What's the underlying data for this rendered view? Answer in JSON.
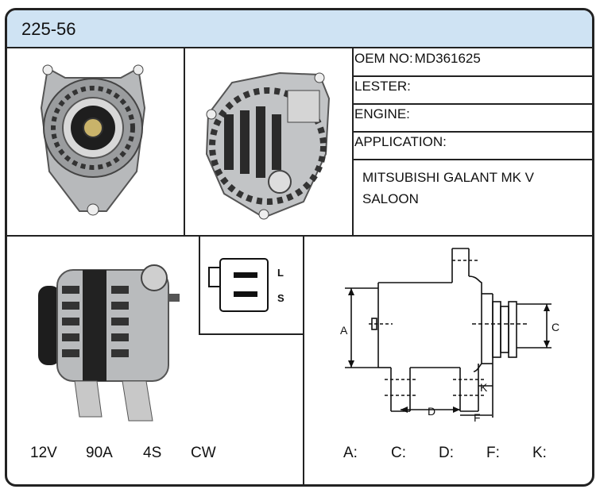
{
  "header": {
    "part_number": "225-56"
  },
  "info": {
    "oem": {
      "label": "OEM NO:",
      "value": "MD361625"
    },
    "lester": {
      "label": "LESTER:",
      "value": ""
    },
    "engine": {
      "label": "ENGINE:",
      "value": ""
    },
    "application": {
      "label": "APPLICATION:",
      "value": ""
    },
    "application_text": {
      "line1": "MITSUBISHI GALANT MK V",
      "line2": "SALOON"
    }
  },
  "connector": {
    "pin_l": "L",
    "pin_s": "S"
  },
  "specs": {
    "voltage": "12V",
    "amperage": "90A",
    "pulley": "4S",
    "rotation": "CW"
  },
  "drawing_labels": {
    "a": "A",
    "c": "C",
    "d": "D",
    "f": "F",
    "k": "K"
  },
  "dimensions": {
    "a": "A:",
    "c": "C:",
    "d": "D:",
    "f": "F:",
    "k": "K:"
  }
}
